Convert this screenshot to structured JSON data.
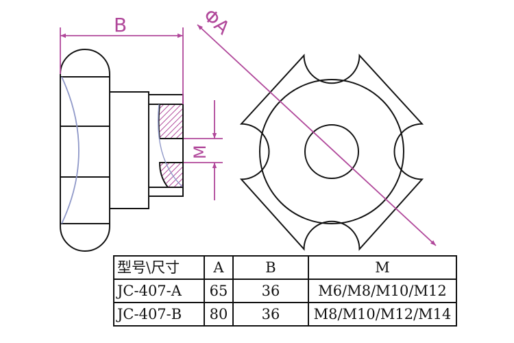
{
  "drawing": {
    "colors": {
      "outline": "#111111",
      "dimension": "#b0479a",
      "hatch": "#b0479a",
      "curve": "#8f98c8"
    },
    "labels": {
      "dim_b": "B",
      "dim_a": "ΦA",
      "dim_m": "M"
    }
  },
  "table": {
    "headers": [
      "型号\\尺寸",
      "A",
      "B",
      "M"
    ],
    "rows": [
      [
        "JC-407-A",
        "65",
        "36",
        "M6/M8/M10/M12"
      ],
      [
        "JC-407-B",
        "80",
        "36",
        "M8/M10/M12/M14"
      ]
    ]
  }
}
